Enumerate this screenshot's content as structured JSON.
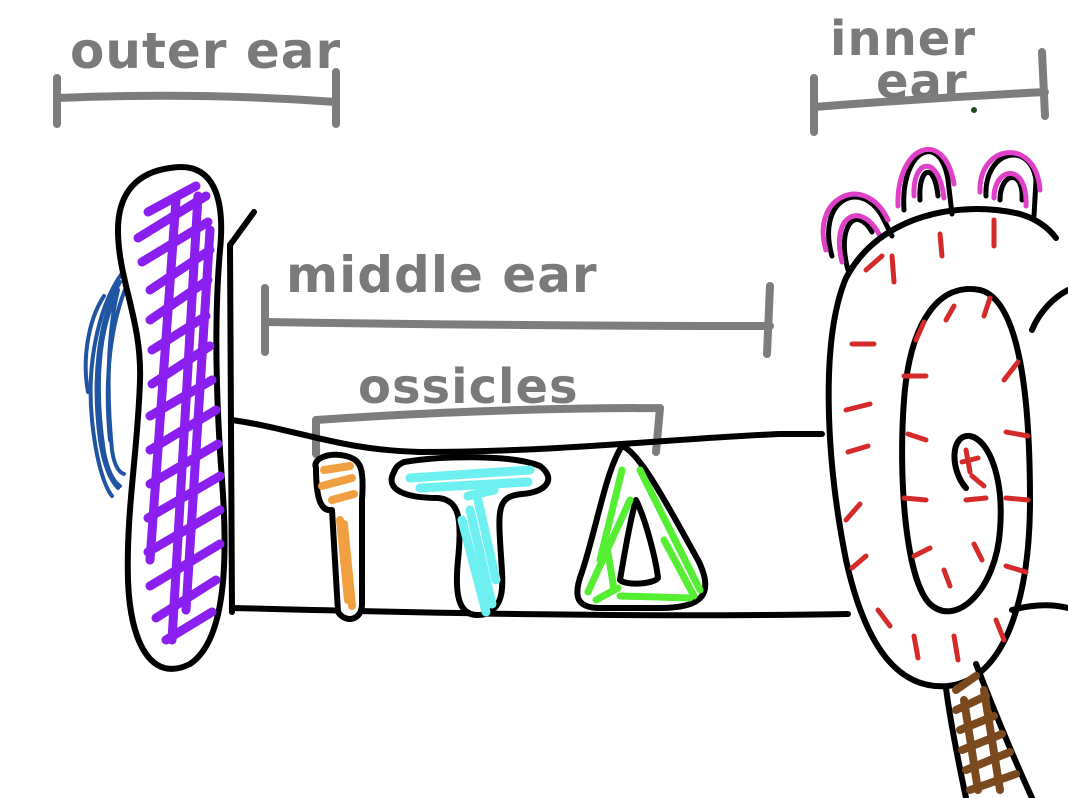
{
  "labels": {
    "outer_ear": "outer ear",
    "inner_ear_line1": "inner",
    "inner_ear_line2": "ear",
    "middle_ear": "middle ear",
    "ossicles": "ossicles"
  },
  "colors": {
    "label_gray": "#7a7a7a",
    "pinna_blue": "#1f55a3",
    "eardrum_purple": "#8a1ff0",
    "malleus_orange": "#f0a040",
    "incus_cyan": "#6ff0f0",
    "stapes_green": "#55ee33",
    "canals_pink": "#e040c8",
    "cochlea_red": "#d42a2a",
    "nerve_brown": "#7a4a1e"
  }
}
